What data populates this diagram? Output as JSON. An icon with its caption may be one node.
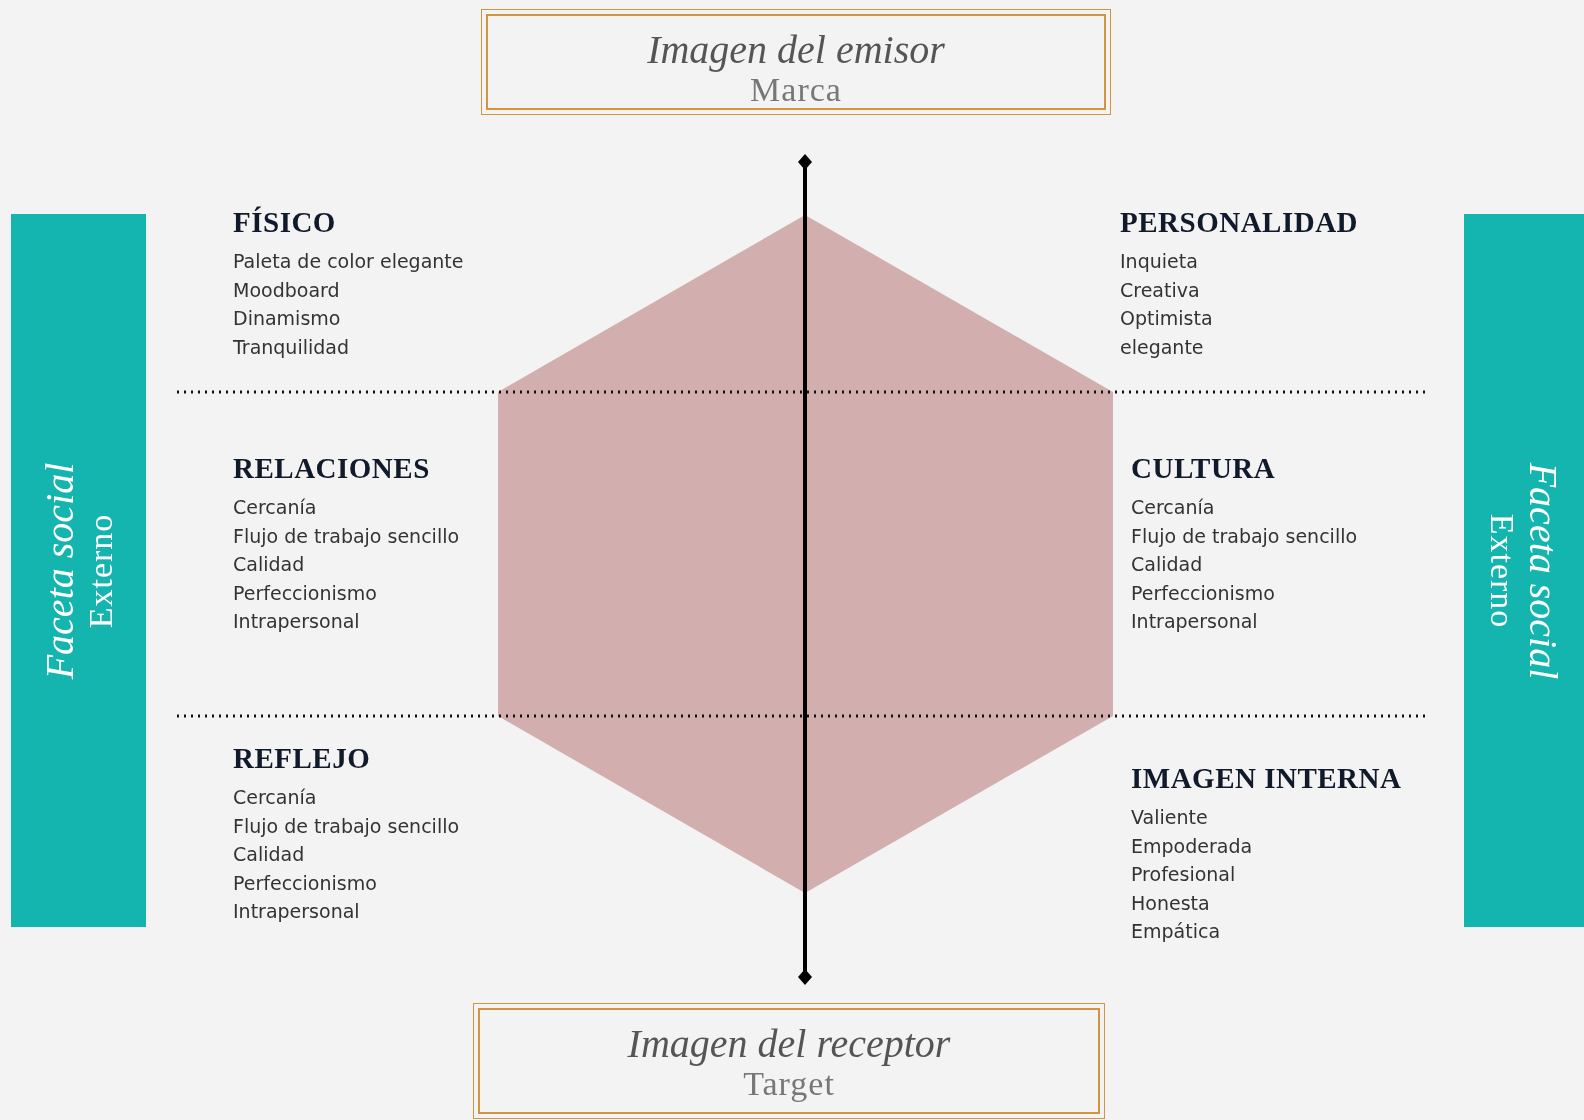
{
  "diagram": {
    "nodes": [
      {
        "text": [
          "Imagen del emisor",
          "Marca"
        ]
      },
      {
        "text": [
          "Faceta social",
          "Externo"
        ]
      },
      {
        "text": [
          "Faceta social",
          "Externo"
        ]
      },
      {
        "text": [
          "Imagen del receptor",
          "Target"
        ]
      }
    ],
    "labels": [
      "FÍSICO",
      "Paleta de color elegante",
      "Moodboard",
      "Dinamismo",
      "Tranquilidad",
      "PERSONALIDAD",
      "Inquieta",
      "Creativa",
      "Optimista",
      "elegante",
      "RELACIONES",
      "Cercanía",
      "Flujo de trabajo sencillo",
      "Calidad",
      "Perfeccionismo",
      "Intrapersonal",
      "CULTURA",
      "Cercanía",
      "Flujo de trabajo sencillo",
      "Calidad",
      "Perfeccionismo",
      "Intrapersonal",
      "REFLEJO",
      "Cercanía",
      "Flujo de trabajo sencillo",
      "Calidad",
      "Perfeccionismo",
      "Intrapersonal",
      "IMAGEN INTERNA",
      "Valiente",
      "Empoderada",
      "Profesional",
      "Honesta",
      "Empática"
    ]
  }
}
